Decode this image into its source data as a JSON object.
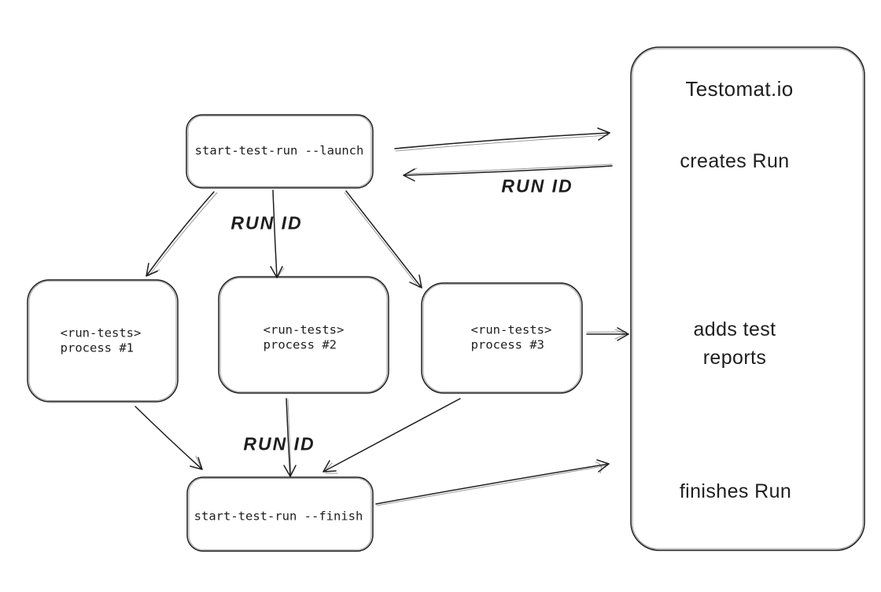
{
  "colors": {
    "stroke": "#1e1e1e",
    "background": "#ffffff"
  },
  "nodes": {
    "launch": {
      "label": "start-test-run --launch"
    },
    "process1": {
      "label": "<run-tests>\nprocess #1"
    },
    "process2": {
      "label": "<run-tests>\nprocess #2"
    },
    "process3": {
      "label": "<run-tests>\nprocess #3"
    },
    "finish": {
      "label": "start-test-run --finish"
    },
    "testomat": {
      "title": "Testomat.io",
      "step_creates": "creates Run",
      "step_adds_reports": "adds test\nreports",
      "step_finishes": "finishes Run"
    }
  },
  "edge_labels": {
    "launch_to_processes": "RUN ID",
    "testomat_to_launch": "RUN ID",
    "processes_to_finish": "RUN ID"
  }
}
